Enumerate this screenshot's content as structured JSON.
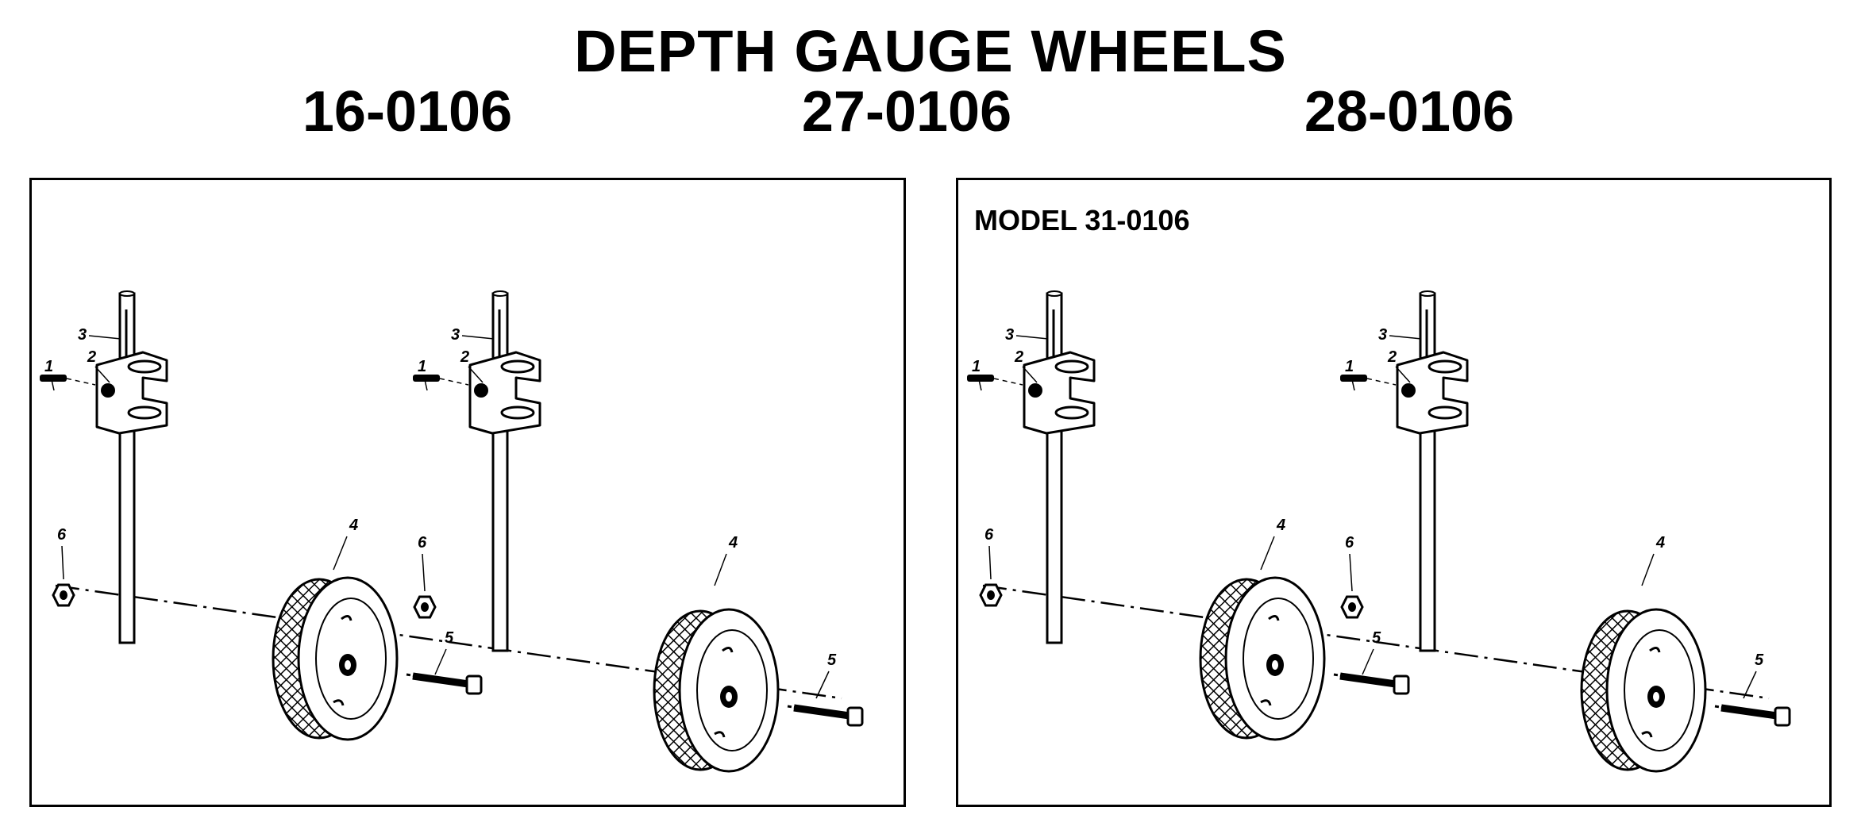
{
  "title": "DEPTH GAUGE WHEELS",
  "models": [
    "16-0106",
    "27-0106",
    "28-0106"
  ],
  "panels": [
    {
      "label": ""
    },
    {
      "label": "MODEL 31-0106"
    }
  ],
  "callouts": {
    "bolt": "1",
    "bracket": "2",
    "shaft": "3",
    "wheel": "4",
    "axle_bolt": "5",
    "nut": "6"
  }
}
